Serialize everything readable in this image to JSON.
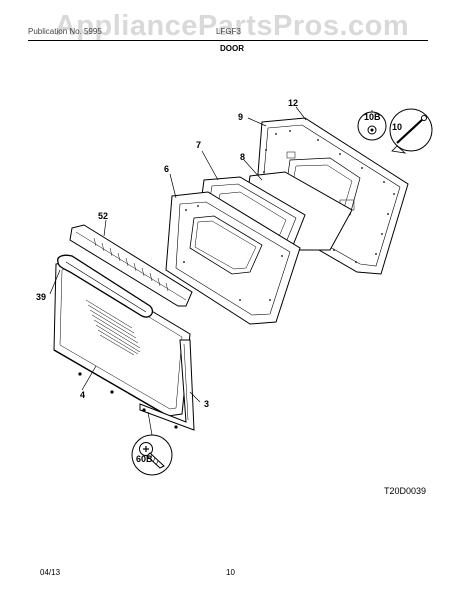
{
  "header": {
    "watermark": "AppliancePartsPros.com",
    "publication": "Publication No. 5995",
    "model": "LFGF3",
    "section": "DOOR"
  },
  "callouts": {
    "c12": "12",
    "c9": "9",
    "c10b": "10B",
    "c10": "10",
    "c7": "7",
    "c8": "8",
    "c6": "6",
    "c52": "52",
    "c39": "39",
    "c4": "4",
    "c3": "3",
    "c60b": "60B"
  },
  "figure_code": "T20D0039",
  "footer": {
    "date": "04/13",
    "page": "10"
  }
}
